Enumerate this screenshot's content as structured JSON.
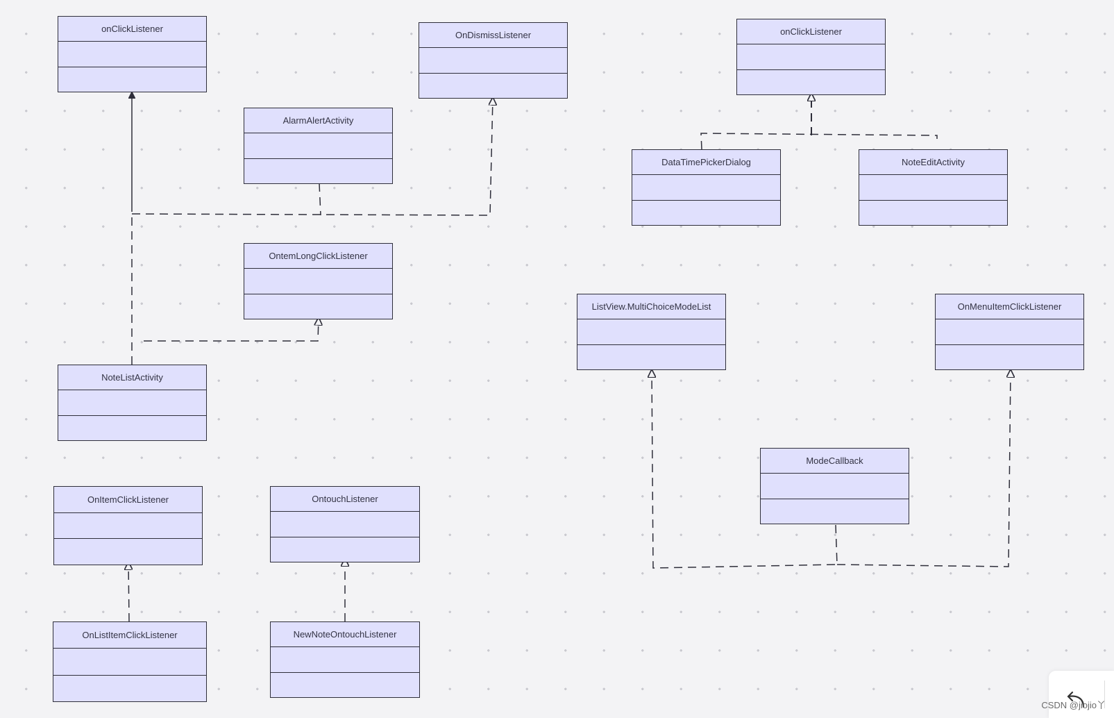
{
  "diagram": {
    "classes": [
      {
        "id": "c1",
        "name": "onClickListener"
      },
      {
        "id": "c2",
        "name": "OnDismissListener"
      },
      {
        "id": "c3",
        "name": "AlarmAlertActivity"
      },
      {
        "id": "c4",
        "name": "OntemLongClickListener"
      },
      {
        "id": "c5",
        "name": "NoteListActivity"
      },
      {
        "id": "c6",
        "name": "OnItemClickListener"
      },
      {
        "id": "c7",
        "name": "OntouchListener"
      },
      {
        "id": "c8",
        "name": "OnListItemClickListener"
      },
      {
        "id": "c9",
        "name": "NewNoteOntouchListener"
      },
      {
        "id": "c10",
        "name": "onClickListener"
      },
      {
        "id": "c11",
        "name": "DataTimePickerDialog"
      },
      {
        "id": "c12",
        "name": "NoteEditActivity"
      },
      {
        "id": "c13",
        "name": "ListView.MultiChoiceModeList"
      },
      {
        "id": "c14",
        "name": "OnMenuItemClickListener"
      },
      {
        "id": "c15",
        "name": "ModeCallback"
      }
    ],
    "relations": [
      {
        "from": "c5",
        "to": "c1",
        "type": "association"
      },
      {
        "from": "c3",
        "to": "c1",
        "type": "realization"
      },
      {
        "from": "c3",
        "to": "c2",
        "type": "realization"
      },
      {
        "from": "c5",
        "to": "c4",
        "type": "realization"
      },
      {
        "from": "c8",
        "to": "c6",
        "type": "realization"
      },
      {
        "from": "c9",
        "to": "c7",
        "type": "realization"
      },
      {
        "from": "c11",
        "to": "c10",
        "type": "realization"
      },
      {
        "from": "c12",
        "to": "c10",
        "type": "realization"
      },
      {
        "from": "c15",
        "to": "c13",
        "type": "realization"
      },
      {
        "from": "c15",
        "to": "c14",
        "type": "realization"
      }
    ]
  },
  "toolbar": {
    "undo_icon": "undo-icon"
  },
  "watermark": "CSDN @jiojio丫",
  "colors": {
    "class_fill": "#e0e0fd",
    "stroke": "#2e2e3a",
    "canvas_bg": "#f3f3f5"
  }
}
